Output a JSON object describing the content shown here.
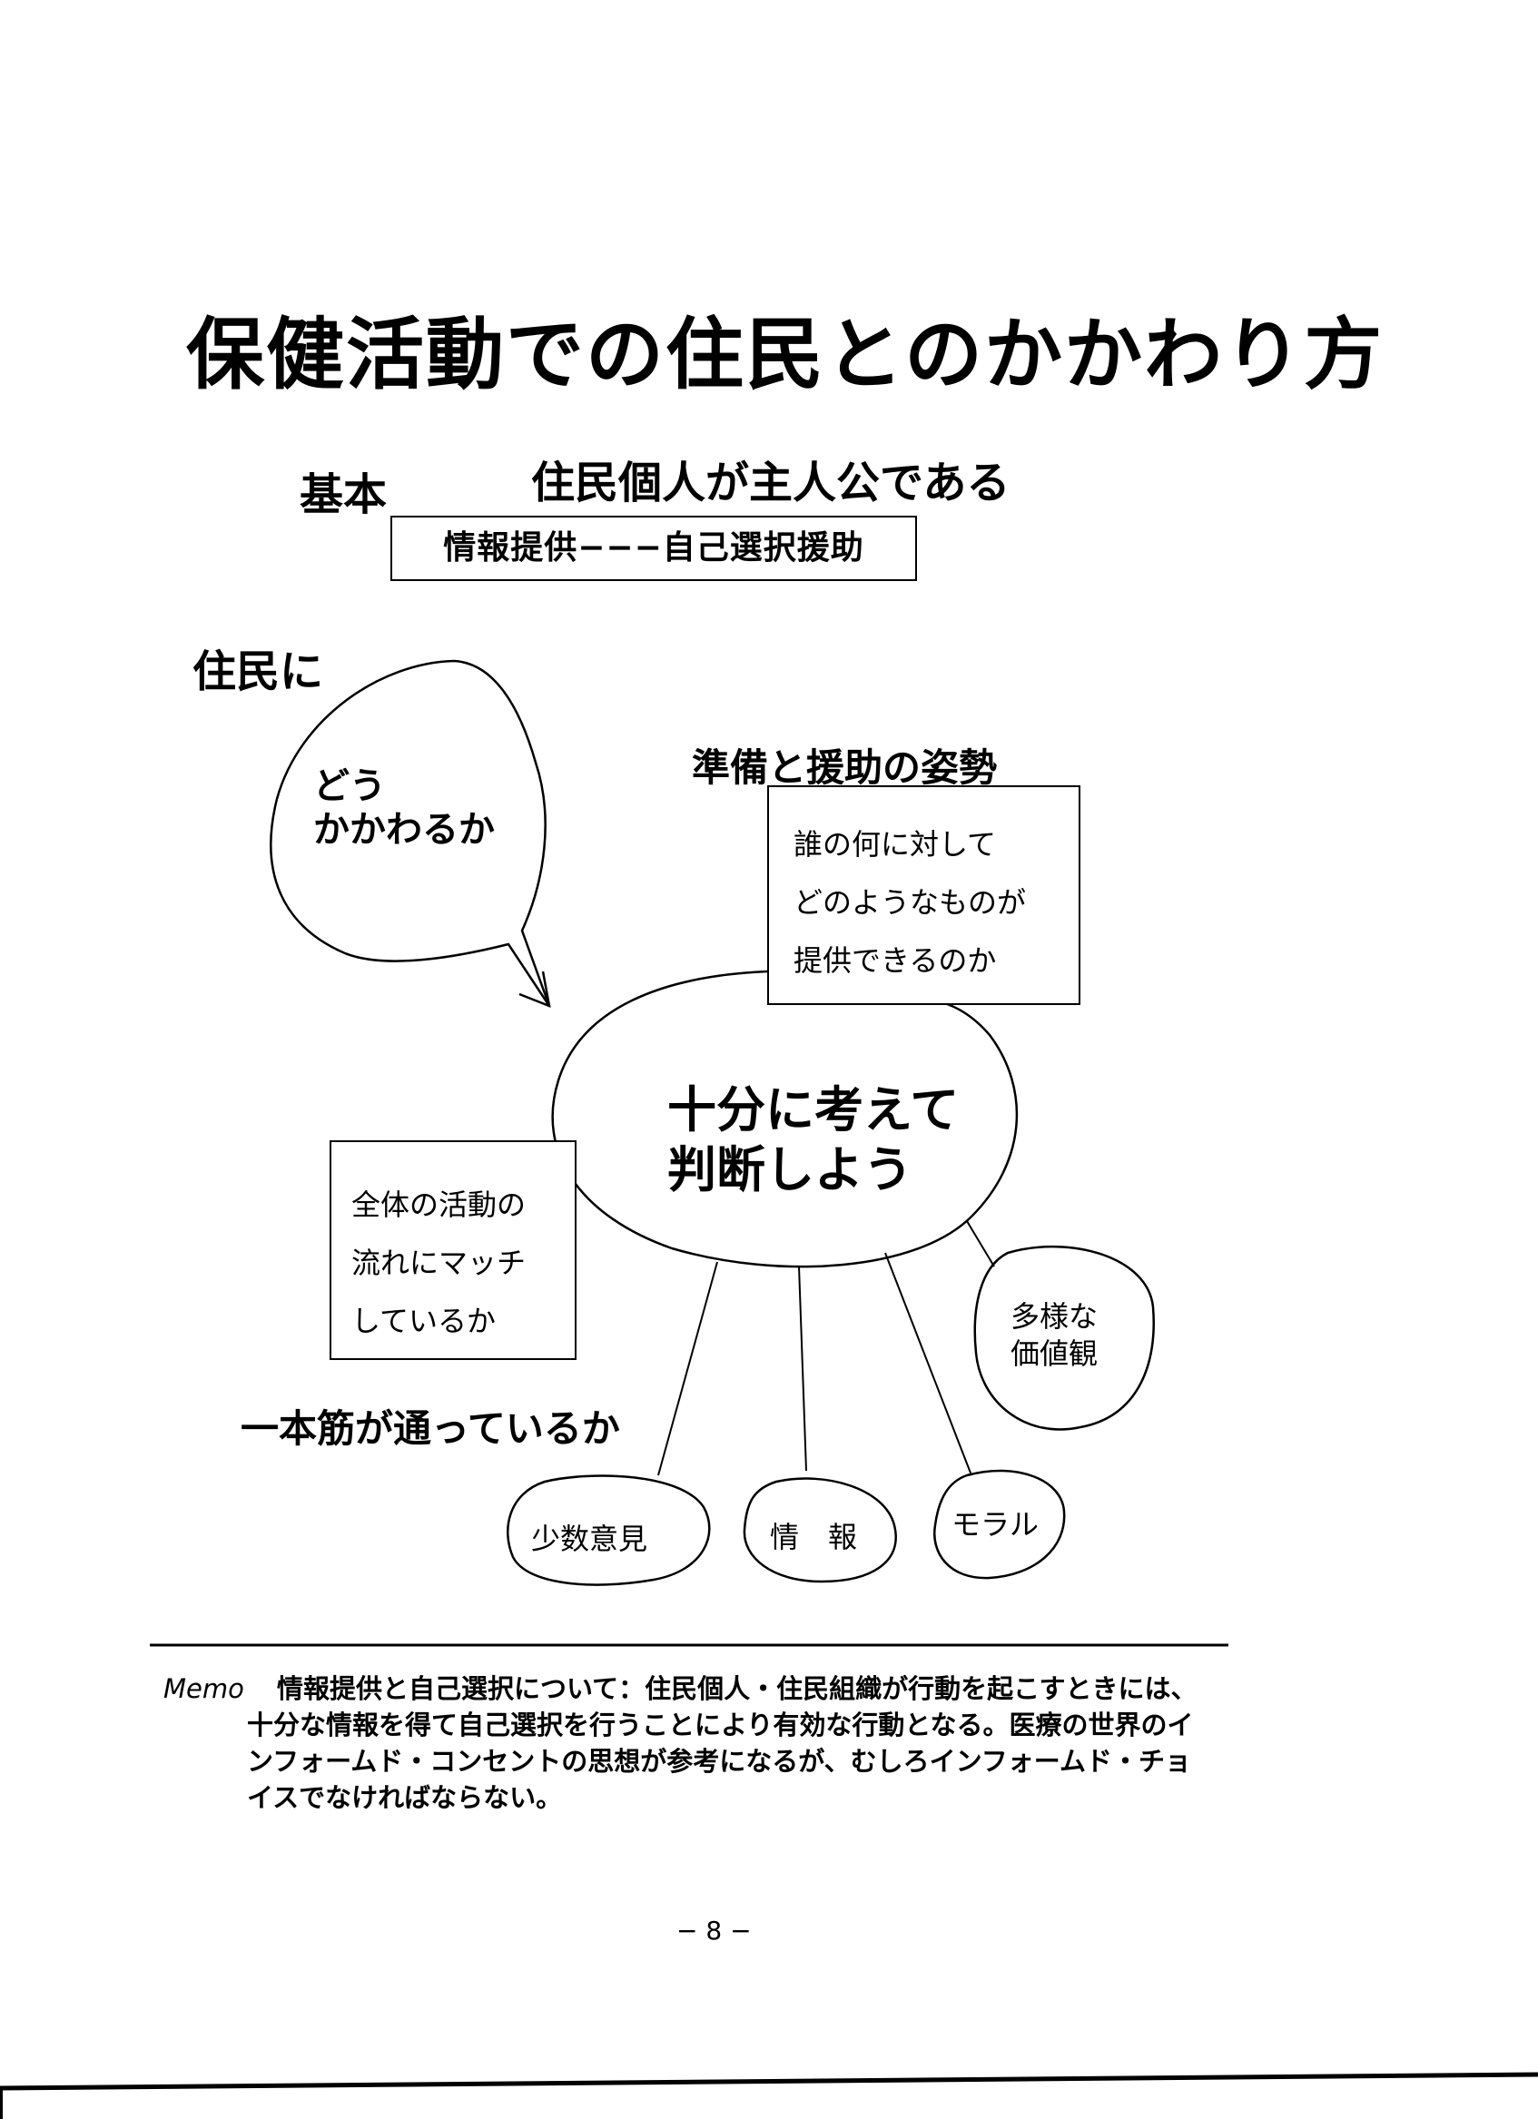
{
  "title": "保健活動での住民とのかかわり方",
  "basic": {
    "label": "基本",
    "statement": "住民個人が主人公である",
    "box": "情報提供−−−自己選択援助"
  },
  "residents_label": "住民に",
  "speech_bubble": {
    "line1": "どう",
    "line2": "かかわるか"
  },
  "posture": {
    "heading": "準備と援助の姿勢",
    "lines": [
      "誰の何に対して",
      "どのようなものが",
      "提供できるのか"
    ]
  },
  "center": {
    "line1": "十分に考えて",
    "line2": "判断しよう"
  },
  "flow_box": {
    "lines": [
      "全体の活動の",
      "流れにマッチ",
      "しているか"
    ]
  },
  "consistency": "一本筋が通っているか",
  "values_bubble": {
    "line1": "多様な",
    "line2": "価値観"
  },
  "bottom_bubbles": [
    "少数意見",
    "情　報",
    "モラル"
  ],
  "memo": {
    "label": "Memo",
    "lines": [
      "情報提供と自己選択について：住民個人・住民組織が行動を起こすときには、",
      "十分な情報を得て自己選択を行うことにより有効な行動となる。医療の世界のイ",
      "ンフォームド・コンセントの思想が参考になるが、むしろインフォームド・チョ",
      "イスでなければならない。"
    ]
  },
  "page_number": "− 8 −"
}
